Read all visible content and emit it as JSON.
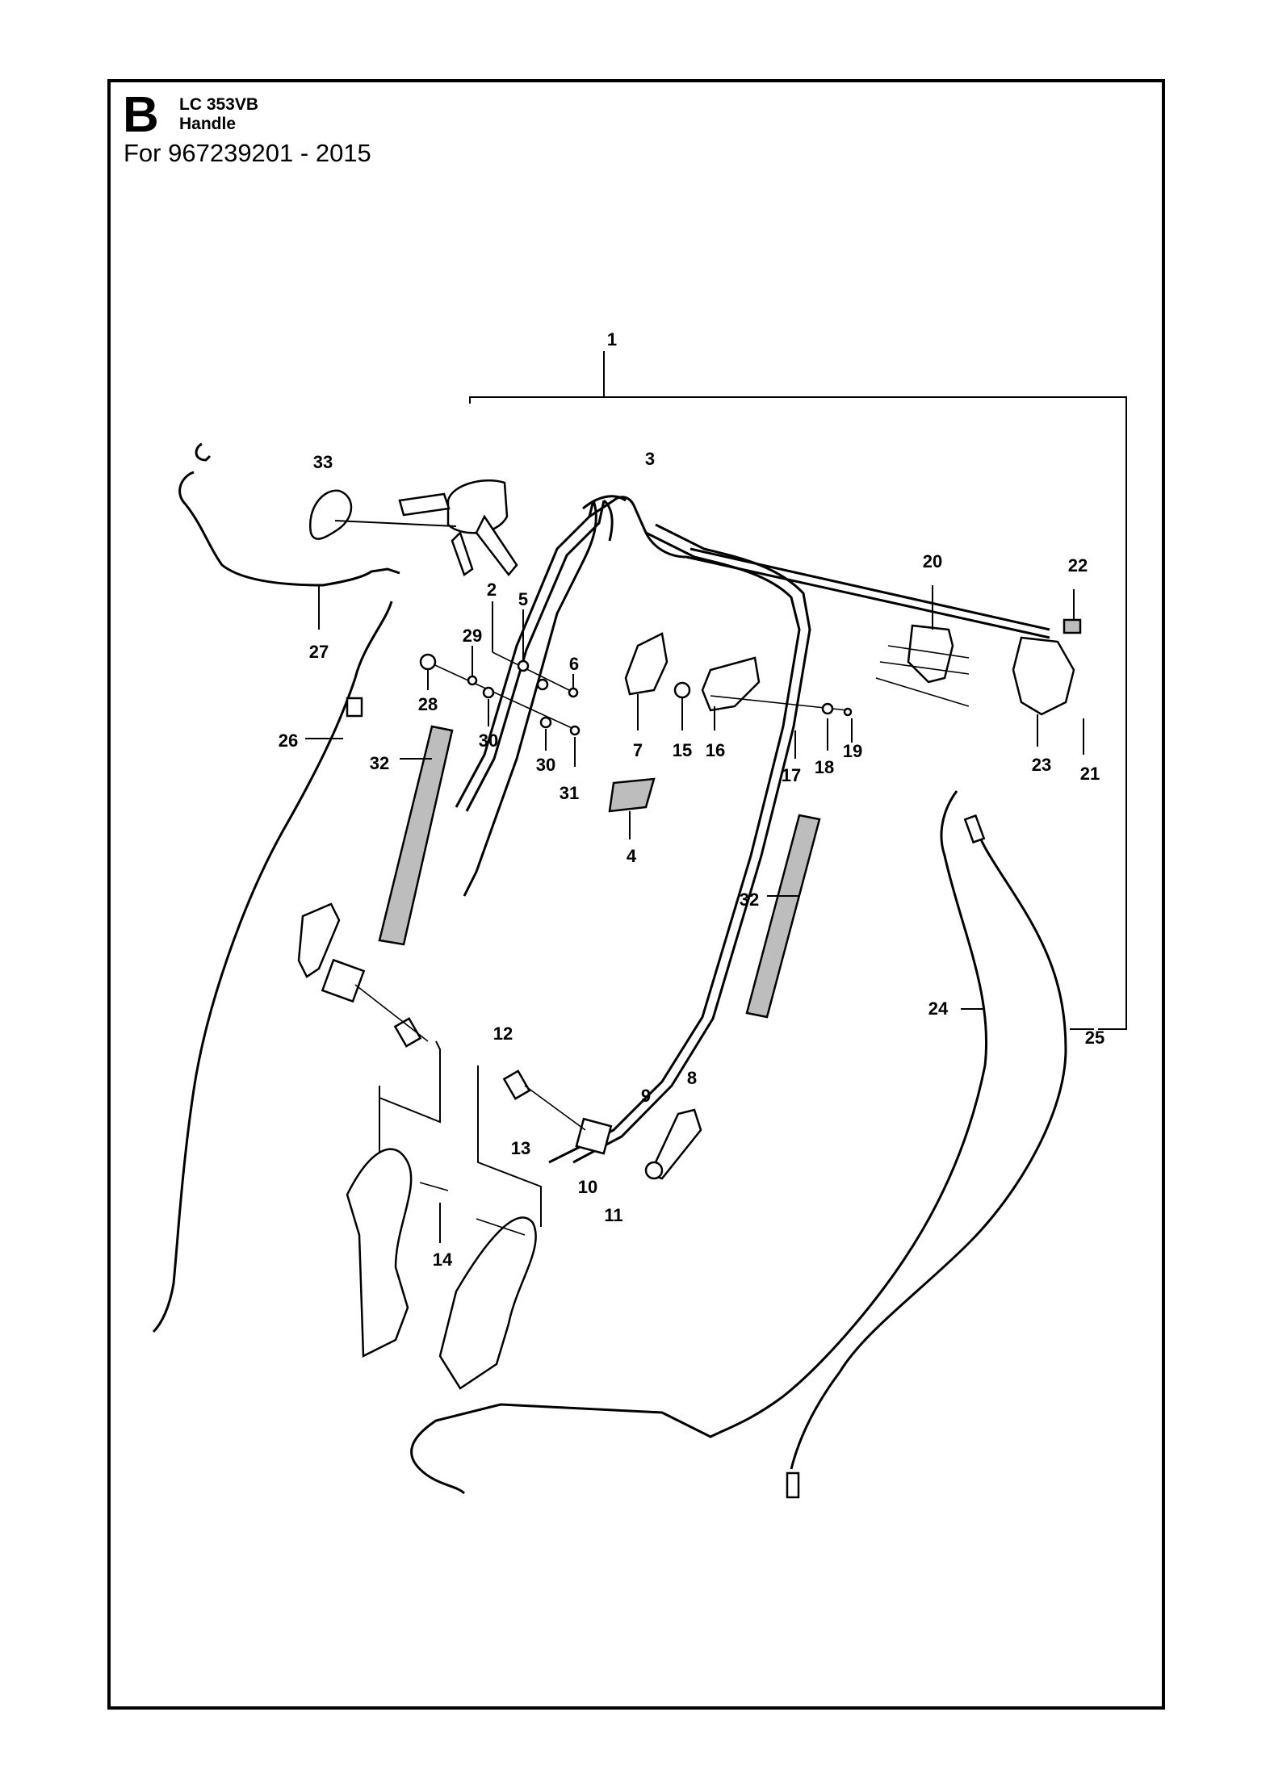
{
  "header": {
    "section_letter": "B",
    "model": "LC 353VB",
    "section": "Handle",
    "applicability": "For 967239201 - 2015"
  },
  "callouts": {
    "c1": "1",
    "c2": "2",
    "c3": "3",
    "c4": "4",
    "c5": "5",
    "c6": "6",
    "c7": "7",
    "c8": "8",
    "c9": "9",
    "c10": "10",
    "c11": "11",
    "c12": "12",
    "c13": "13",
    "c14": "14",
    "c15": "15",
    "c16": "16",
    "c17": "17",
    "c18": "18",
    "c19": "19",
    "c20": "20",
    "c21": "21",
    "c22": "22",
    "c23": "23",
    "c24": "24",
    "c25": "25",
    "c26": "26",
    "c27": "27",
    "c28": "28",
    "c29": "29",
    "c30a": "30",
    "c30b": "30",
    "c31": "31",
    "c32a": "32",
    "c32b": "32",
    "c33": "33"
  }
}
